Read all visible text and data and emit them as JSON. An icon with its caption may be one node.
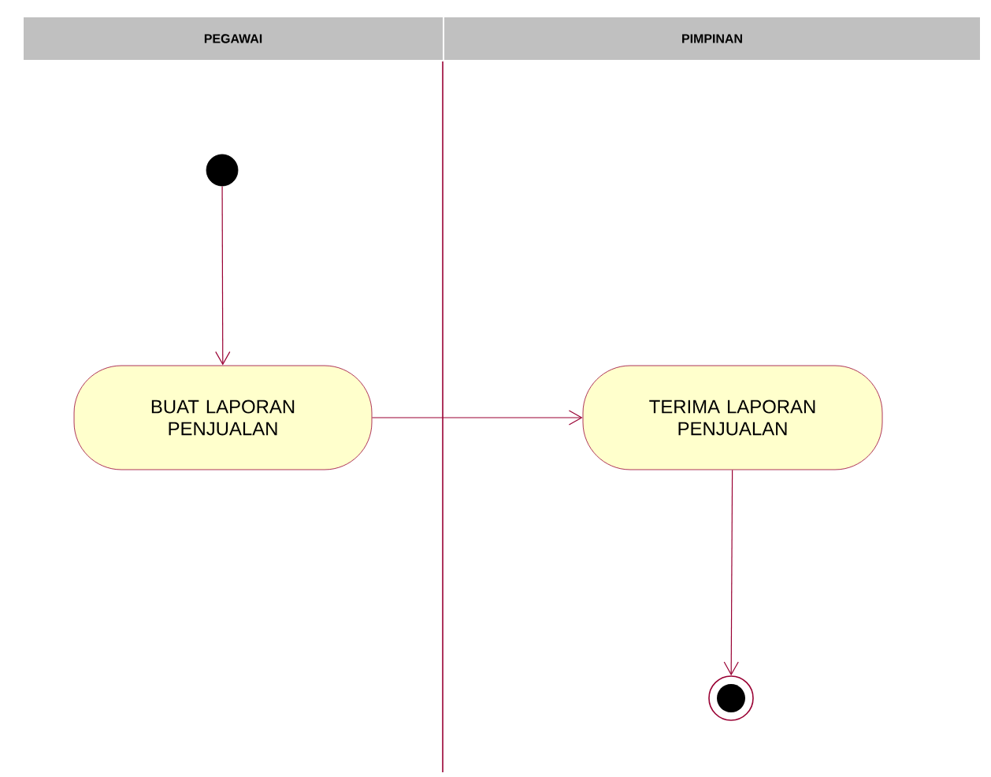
{
  "diagram": {
    "nodes": [
      {
        "text": [
          "PEGAWAI"
        ]
      },
      {
        "text": [
          "PIMPINAN"
        ]
      },
      {
        "text": [],
        "shape": "circle"
      },
      {
        "text": [
          "BUAT LAPORAN PENJUALAN"
        ]
      },
      {
        "text": [
          "TERIMA LAPORAN PENJUALAN"
        ]
      },
      {
        "text": [],
        "shape": "bullseye"
      }
    ],
    "edges": [
      {
        "from": 2,
        "to": 3,
        "arrow": "to"
      },
      {
        "from": 3,
        "to": 4,
        "arrow": "to"
      },
      {
        "from": 4,
        "to": 5,
        "arrow": "to"
      }
    ]
  }
}
